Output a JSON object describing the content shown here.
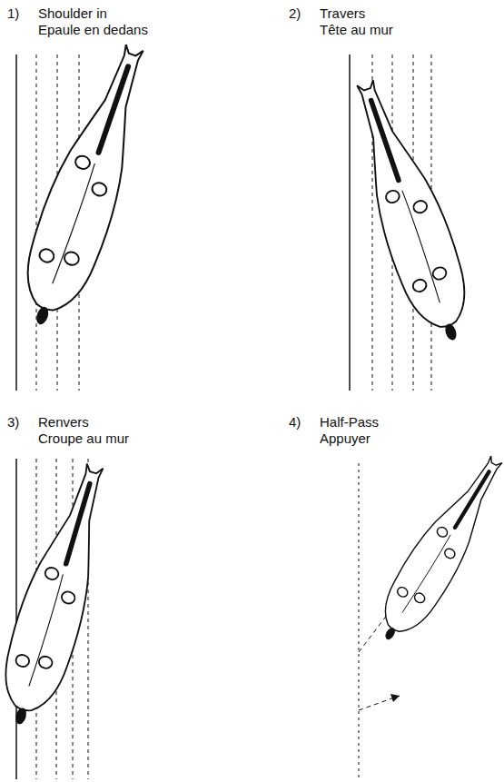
{
  "diagram": {
    "labels": [
      "1)",
      "Shoulder in",
      "Epaule en dedans",
      "2)",
      "Travers",
      "Tête au mur",
      "3)",
      "Renvers",
      "Croupe au mur",
      "4)",
      "Half-Pass",
      "Appuyer"
    ]
  }
}
